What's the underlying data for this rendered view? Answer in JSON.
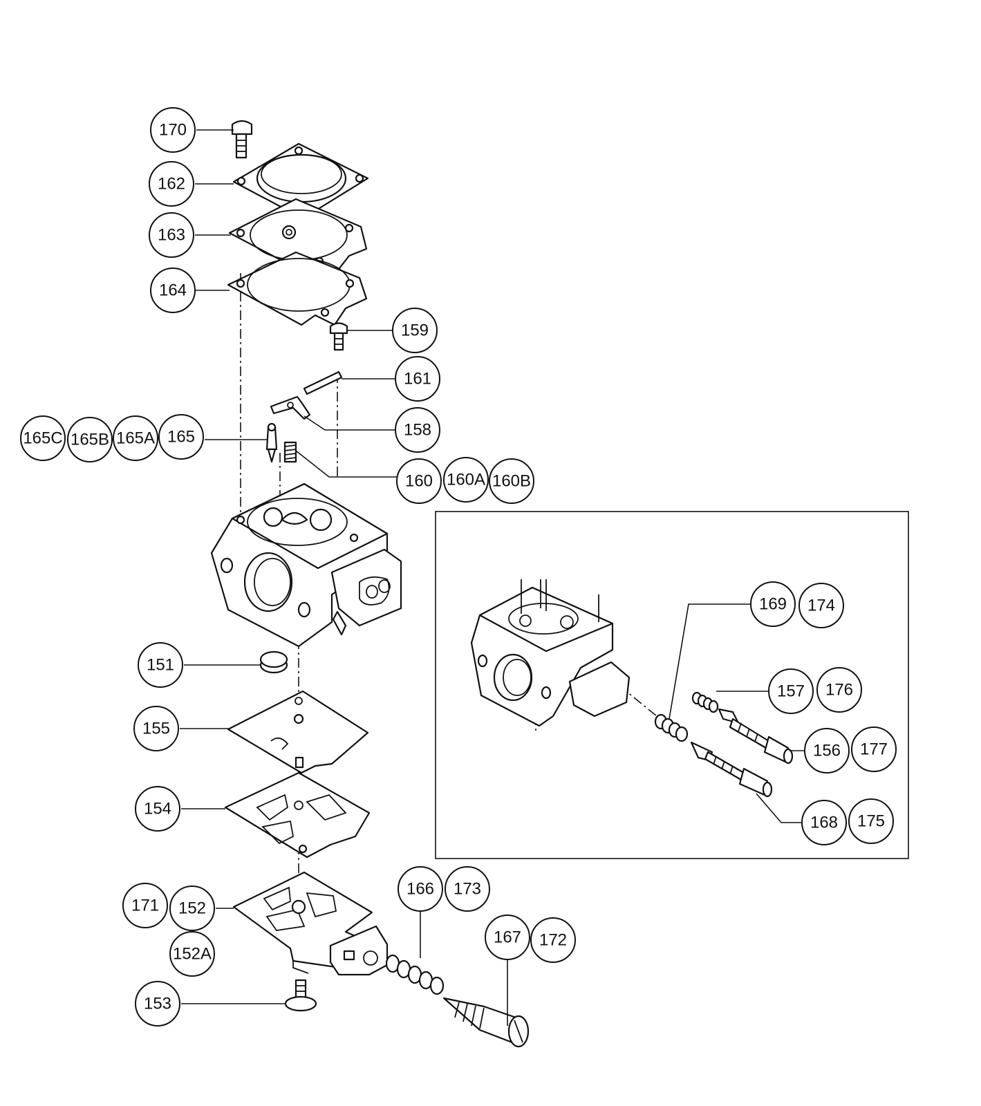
{
  "callouts": {
    "c170": "170",
    "c162": "162",
    "c163": "163",
    "c164": "164",
    "c159": "159",
    "c161": "161",
    "c158": "158",
    "c165C": "165C",
    "c165B": "165B",
    "c165A": "165A",
    "c165": "165",
    "c160": "160",
    "c160A": "160A",
    "c160B": "160B",
    "c151": "151",
    "c155": "155",
    "c154": "154",
    "c171": "171",
    "c152": "152",
    "c152A": "152A",
    "c153": "153",
    "c166": "166",
    "c173": "173",
    "c167": "167",
    "c172": "172",
    "c169": "169",
    "c174": "174",
    "c157": "157",
    "c176": "176",
    "c156": "156",
    "c177": "177",
    "c168": "168",
    "c175": "175"
  }
}
